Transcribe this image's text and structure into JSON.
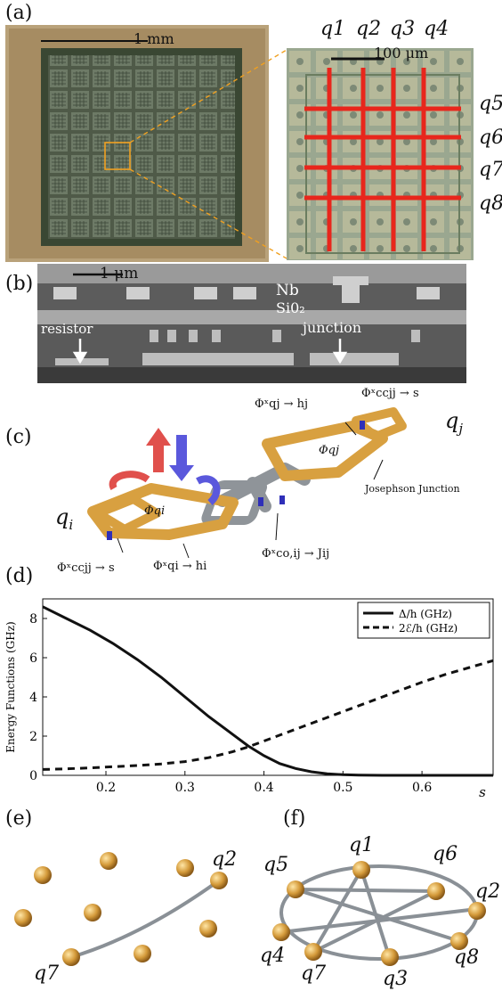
{
  "panels": {
    "a": {
      "label": "(a)",
      "scale_left": "1 mm",
      "scale_right": "100 μm",
      "col_labels": [
        "q1",
        "q2",
        "q3",
        "q4"
      ],
      "row_labels": [
        "q5",
        "q6",
        "q7",
        "q8"
      ]
    },
    "b": {
      "label": "(b)",
      "scale": "1 μm",
      "nb": "Nb",
      "sio2": "Si0₂",
      "resistor": "resistor",
      "junction": "junction"
    },
    "c": {
      "label": "(c)",
      "qi": "q",
      "qi_sub": "i",
      "qj": "q",
      "qj_sub": "j",
      "phi_qj": "Φqj",
      "phi_qi": "Φqi",
      "ann_hj": "Φˣqj → hj",
      "ann_ccjj_s_top": "Φˣccjj → s",
      "ann_jj": "Josephson Junction",
      "ann_ccjj_s": "Φˣccjj → s",
      "ann_hi": "Φˣqi → hi",
      "ann_jij": "Φˣco,ij → Jij"
    },
    "d": {
      "label": "(d)"
    },
    "e": {
      "label": "(e)",
      "q2": "q2",
      "q7": "q7"
    },
    "f": {
      "label": "(f)",
      "nodes": [
        "q1",
        "q6",
        "q2",
        "q8",
        "q3",
        "q7",
        "q4",
        "q5"
      ]
    }
  },
  "chart_data": {
    "type": "line",
    "xlabel": "s",
    "ylabel": "Energy Functions (GHz)",
    "xlim": [
      0.12,
      0.69
    ],
    "ylim": [
      0,
      9
    ],
    "xticks": [
      0.2,
      0.3,
      0.4,
      0.5,
      0.6
    ],
    "yticks": [
      0,
      2,
      4,
      6,
      8
    ],
    "legend_position": "top-right",
    "series": [
      {
        "name": "Δ/h (GHz)",
        "style": "solid",
        "x": [
          0.12,
          0.15,
          0.18,
          0.21,
          0.24,
          0.27,
          0.3,
          0.33,
          0.36,
          0.38,
          0.4,
          0.42,
          0.44,
          0.46,
          0.48,
          0.5,
          0.52,
          0.55,
          0.6,
          0.65,
          0.69
        ],
        "y": [
          8.6,
          8.0,
          7.4,
          6.7,
          5.9,
          5.0,
          4.0,
          3.0,
          2.1,
          1.5,
          1.0,
          0.6,
          0.35,
          0.18,
          0.08,
          0.03,
          0.01,
          0.0,
          0.0,
          0.0,
          0.0
        ]
      },
      {
        "name": "2ℰ/h (GHz)",
        "style": "dashed",
        "x": [
          0.12,
          0.15,
          0.18,
          0.21,
          0.24,
          0.27,
          0.3,
          0.33,
          0.36,
          0.38,
          0.4,
          0.42,
          0.45,
          0.48,
          0.51,
          0.54,
          0.57,
          0.6,
          0.63,
          0.66,
          0.69
        ],
        "y": [
          0.3,
          0.33,
          0.38,
          0.44,
          0.5,
          0.58,
          0.7,
          0.9,
          1.2,
          1.45,
          1.75,
          2.05,
          2.5,
          2.95,
          3.4,
          3.85,
          4.3,
          4.75,
          5.15,
          5.5,
          5.85
        ]
      }
    ]
  }
}
